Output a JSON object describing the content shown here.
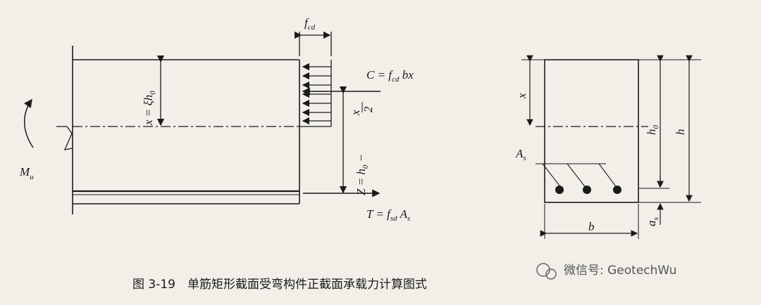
{
  "diagram": {
    "left": {
      "moment_label": "M",
      "moment_sub": "u",
      "depth_label": "x = ξh",
      "depth_sub": "0",
      "stress_label": "f",
      "stress_sub": "cd",
      "compression_a": "C = f",
      "compression_sub": "cd",
      "compression_b": " bx",
      "tension_a": "T = f",
      "tension_sub": "sd",
      "tension_b": " A",
      "tension_sub2": "s",
      "lever_a": "Z = h",
      "lever_sub": "0",
      "lever_b": " −",
      "lever_num": "x",
      "lever_den": "2"
    },
    "right": {
      "x_label": "x",
      "h0_label": "h",
      "h0_sub": "0",
      "h_label": "h",
      "as_label": "A",
      "as_sub": "s",
      "b_label": "b",
      "a_label": "a",
      "a_sub": "s"
    },
    "caption": "图 3-19　单筋矩形截面受弯构件正截面承载力计算图式",
    "watermark": "微信号: GeotechWu"
  }
}
